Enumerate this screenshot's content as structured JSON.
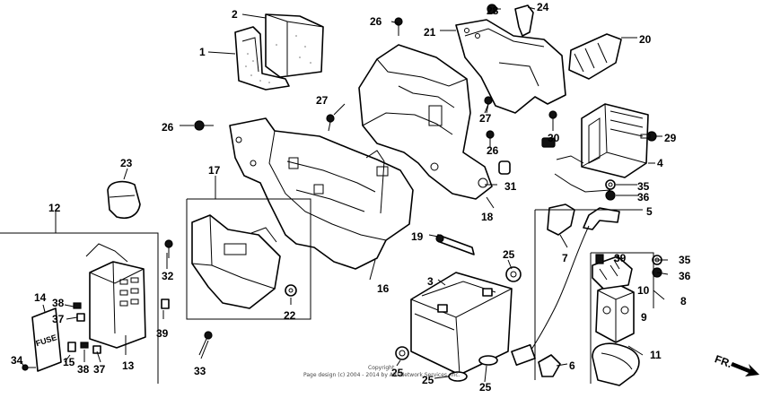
{
  "diagram": {
    "callouts": {
      "c1": "1",
      "c2": "2",
      "c3": "3",
      "c4": "4",
      "c5": "5",
      "c6": "6",
      "c7": "7",
      "c8": "8",
      "c9": "9",
      "c10": "10",
      "c11": "11",
      "c12": "12",
      "c13": "13",
      "c14": "14",
      "c15": "15",
      "c16": "16",
      "c17": "17",
      "c18": "18",
      "c19": "19",
      "c20": "20",
      "c21": "21",
      "c22": "22",
      "c23": "23",
      "c24": "24",
      "c25a": "25",
      "c25b": "25",
      "c25c": "25",
      "c25d": "25",
      "c26a": "26",
      "c26b": "26",
      "c26c": "26",
      "c27a": "27",
      "c27b": "27",
      "c28": "28",
      "c29": "29",
      "c30": "30",
      "c31": "31",
      "c32": "32",
      "c33": "33",
      "c34": "34",
      "c35a": "35",
      "c35b": "35",
      "c36a": "36",
      "c36b": "36",
      "c37a": "37",
      "c37b": "37",
      "c38a": "38",
      "c38b": "38",
      "c39a": "39",
      "c39b": "39"
    },
    "direction_label": "FR.",
    "fuse_label": "FUSE",
    "copyright_line1": "Copyright",
    "copyright_line2": "Page design (c) 2004 - 2014 by ARI Network Services, Inc."
  }
}
